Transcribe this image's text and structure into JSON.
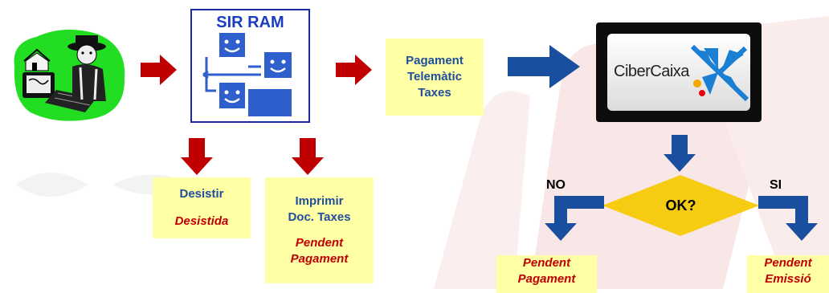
{
  "sir_ram": {
    "title": "SIR RAM"
  },
  "pagament": {
    "line1": "Pagament",
    "line2": "Telemàtic",
    "line3": "Taxes"
  },
  "cibercaixa": {
    "logo_text": "CiberCaixa"
  },
  "desistir": {
    "action": "Desistir",
    "status": "Desistida"
  },
  "imprimir": {
    "line1": "Imprimir",
    "line2": "Doc. Taxes",
    "status1": "Pendent",
    "status2": "Pagament"
  },
  "decision": {
    "label": "OK?",
    "no": "NO",
    "yes": "SI"
  },
  "outcome_no": {
    "line1": "Pendent",
    "line2": "Pagament"
  },
  "outcome_yes": {
    "line1": "Pendent",
    "line2": "Emissió"
  },
  "colors": {
    "red_arrow": "#c00000",
    "blue_arrow": "#1a4fa0",
    "note_fill": "#ffffa6",
    "diamond": "#f5cc12"
  }
}
